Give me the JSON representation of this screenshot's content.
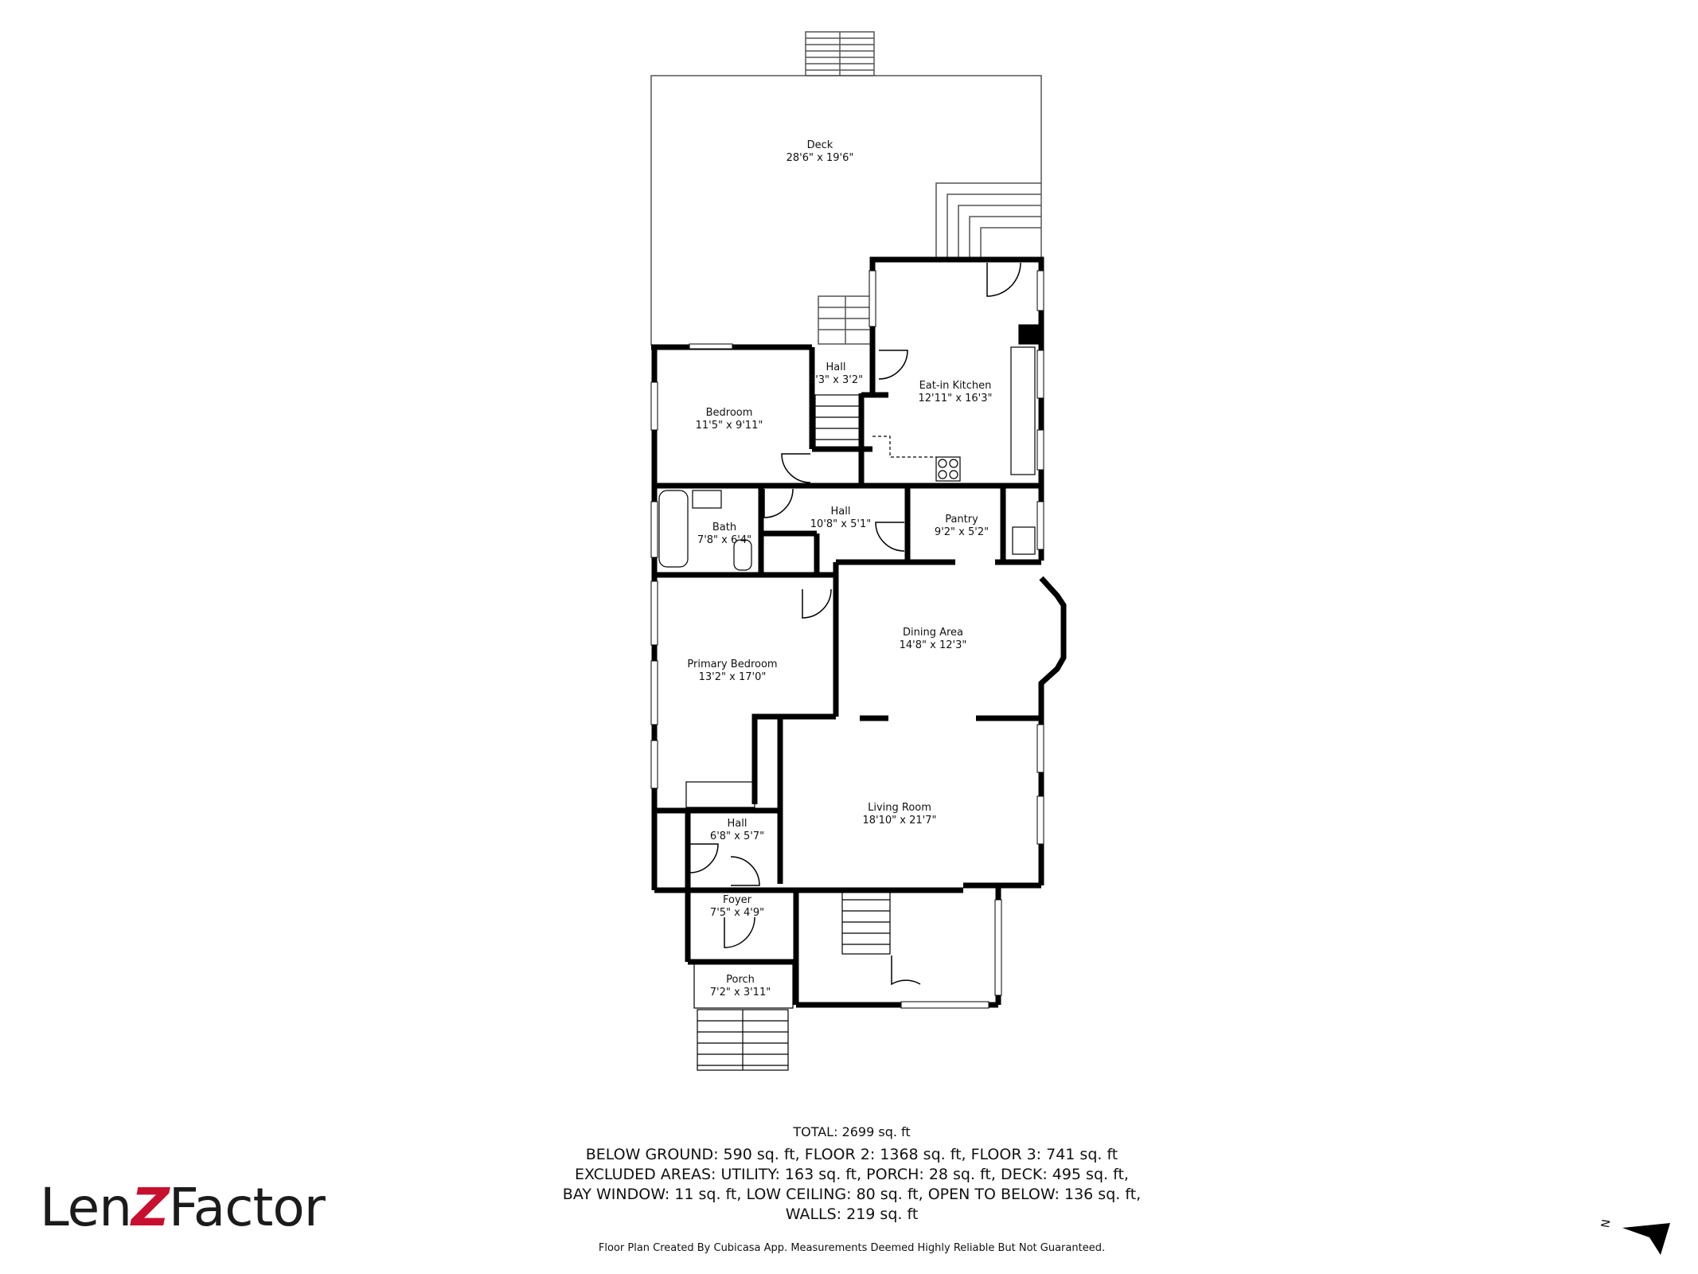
{
  "rooms": [
    {
      "id": "deck",
      "name": "Deck",
      "dims": "28'6\" x 19'6\""
    },
    {
      "id": "bedroom",
      "name": "Bedroom",
      "dims": "11'5\" x 9'11\""
    },
    {
      "id": "hall-upper",
      "name": "Hall",
      "dims": "3'3\" x 3'2\""
    },
    {
      "id": "kitchen",
      "name": "Eat-in Kitchen",
      "dims": "12'11\" x 16'3\""
    },
    {
      "id": "bath",
      "name": "Bath",
      "dims": "7'8\" x 6'4\""
    },
    {
      "id": "hall-mid",
      "name": "Hall",
      "dims": "10'8\" x 5'1\""
    },
    {
      "id": "pantry",
      "name": "Pantry",
      "dims": "9'2\" x 5'2\""
    },
    {
      "id": "dining",
      "name": "Dining Area",
      "dims": "14'8\" x 12'3\""
    },
    {
      "id": "primary-bedroom",
      "name": "Primary Bedroom",
      "dims": "13'2\" x 17'0\""
    },
    {
      "id": "living",
      "name": "Living Room",
      "dims": "18'10\" x 21'7\""
    },
    {
      "id": "hall-lower",
      "name": "Hall",
      "dims": "6'8\" x 5'7\""
    },
    {
      "id": "foyer",
      "name": "Foyer",
      "dims": "7'5\" x 4'9\""
    },
    {
      "id": "porch",
      "name": "Porch",
      "dims": "7'2\" x 3'11\""
    }
  ],
  "summary": {
    "total": "TOTAL: 2699 sq. ft",
    "lines": [
      "BELOW GROUND: 590 sq. ft, FLOOR 2: 1368 sq. ft, FLOOR 3: 741 sq. ft",
      "EXCLUDED AREAS: UTILITY: 163 sq. ft, PORCH: 28 sq. ft, DECK: 495 sq. ft,",
      "BAY WINDOW: 11 sq. ft, LOW CEILING: 80 sq. ft, OPEN TO BELOW: 136 sq. ft,",
      "WALLS: 219 sq. ft"
    ]
  },
  "disclaimer": "Floor Plan Created By Cubicasa App. Measurements Deemed Highly Reliable But Not Guaranteed.",
  "logo": {
    "part1": "Len",
    "part2": "Z",
    "part3": "Factor"
  },
  "compass": {
    "label": "N"
  },
  "colors": {
    "wall": "#000000",
    "window": "#bfbfbf",
    "accent": "#c8102e"
  }
}
